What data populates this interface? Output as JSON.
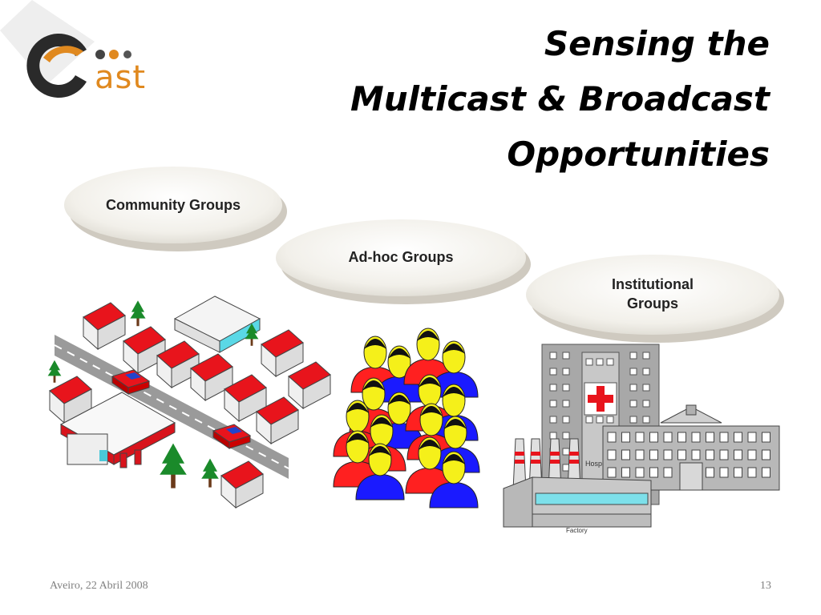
{
  "logo": {
    "text": "ast"
  },
  "title": {
    "line1": "Sensing the",
    "line2": "Multicast & Broadcast",
    "line3": "Opportunities"
  },
  "bubbles": {
    "community": "Community Groups",
    "adhoc": "Ad-hoc Groups",
    "institutional": "Institutional\nGroups"
  },
  "illustration": {
    "hospital_sign": "Hosp",
    "factory_label": "Factory"
  },
  "footer": {
    "left": "Aveiro, 22 Abril 2008",
    "page": "13"
  },
  "colors": {
    "accent": "#e0891f",
    "roof": "#e8141c",
    "crowd_red": "#ff2020",
    "crowd_blue": "#1a1aff",
    "face": "#f5f01a"
  }
}
